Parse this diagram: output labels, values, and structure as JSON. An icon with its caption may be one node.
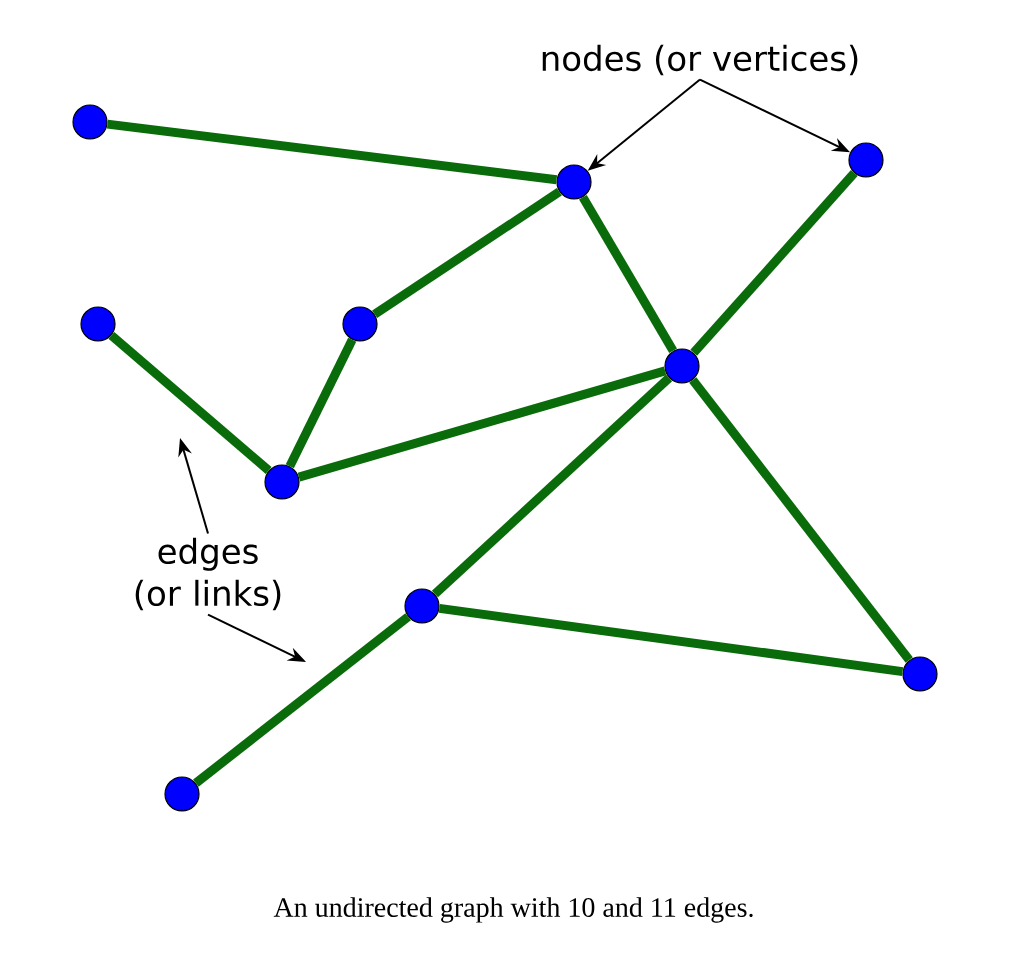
{
  "diagram": {
    "caption": "An undirected graph with 10 and 11 edges.",
    "nodes": [
      {
        "text": [],
        "shape": "circle"
      },
      {
        "text": [],
        "shape": "circle"
      },
      {
        "text": [],
        "shape": "circle"
      },
      {
        "text": [],
        "shape": "circle"
      },
      {
        "text": [],
        "shape": "circle"
      },
      {
        "text": [],
        "shape": "circle"
      },
      {
        "text": [],
        "shape": "circle"
      },
      {
        "text": [],
        "shape": "circle"
      },
      {
        "text": [],
        "shape": "circle"
      },
      {
        "text": [],
        "shape": "circle"
      },
      {
        "text": [
          "nodes (or vertices)"
        ]
      },
      {
        "text": [
          "edges (or links)"
        ]
      }
    ],
    "edges": [
      {
        "from": 0,
        "to": 1,
        "arrow": "none"
      },
      {
        "from": 1,
        "to": 4,
        "arrow": "none"
      },
      {
        "from": 1,
        "to": 5,
        "arrow": "none"
      },
      {
        "from": 2,
        "to": 5,
        "arrow": "none"
      },
      {
        "from": 3,
        "to": 6,
        "arrow": "none"
      },
      {
        "from": 4,
        "to": 6,
        "arrow": "none"
      },
      {
        "from": 6,
        "to": 5,
        "arrow": "none"
      },
      {
        "from": 5,
        "to": 7,
        "arrow": "none"
      },
      {
        "from": 5,
        "to": 8,
        "arrow": "none"
      },
      {
        "from": 7,
        "to": 8,
        "arrow": "none"
      },
      {
        "from": 7,
        "to": 9,
        "arrow": "none"
      },
      {
        "from": 10,
        "to": 1,
        "arrow": "to",
        "color": "#000000"
      },
      {
        "from": 10,
        "to": 2,
        "arrow": "to",
        "color": "#000000"
      },
      {
        "from": 11,
        "to": null,
        "arrow": "to",
        "color": "#000000"
      },
      {
        "from": 11,
        "to": null,
        "arrow": "to",
        "color": "#000000"
      }
    ]
  }
}
